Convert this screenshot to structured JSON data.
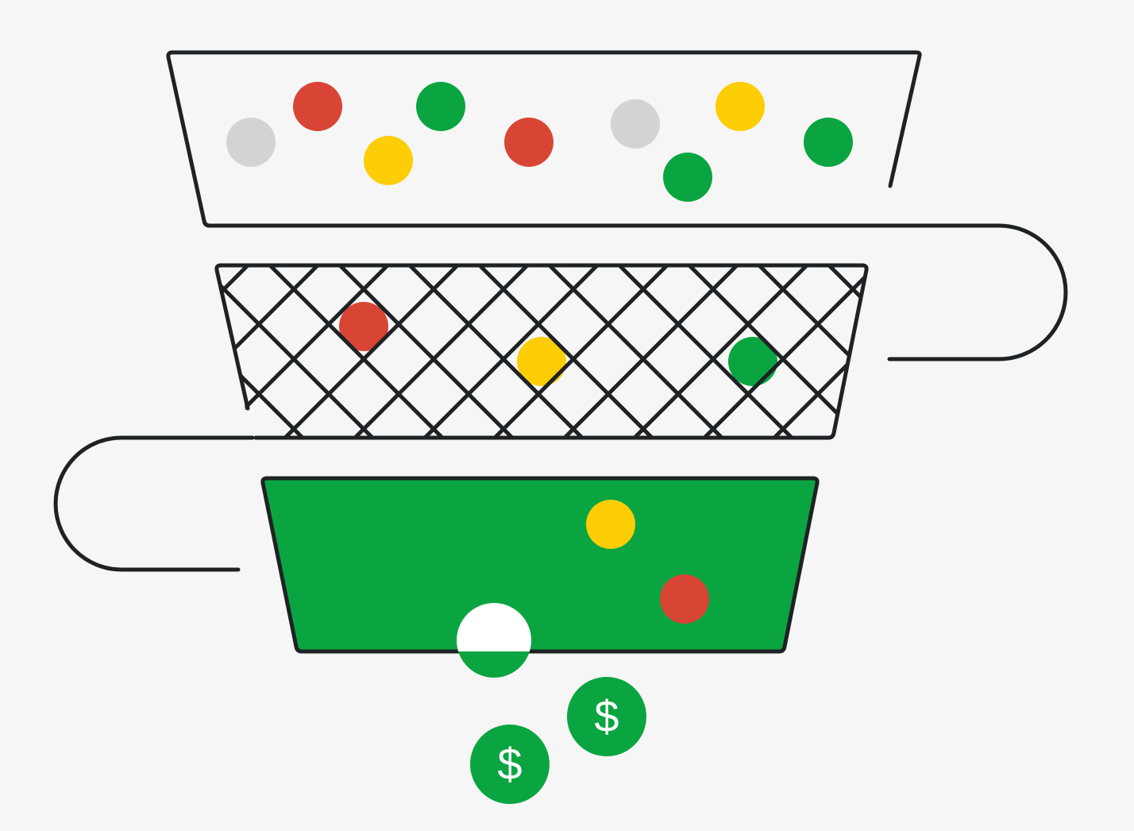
{
  "colors": {
    "background": "#f6f6f6",
    "outline": "#1f2224",
    "green": "#0aa540",
    "red": "#d84535",
    "yellow": "#fdcd06",
    "gray": "#d3d3d3",
    "white": "#ffffff",
    "coin_symbol": "#ffffff"
  },
  "funnel": {
    "top_tier": {
      "balls": [
        "gray",
        "red",
        "yellow",
        "green",
        "red",
        "gray",
        "green",
        "yellow",
        "green"
      ]
    },
    "middle_tier": {
      "fill": "mesh",
      "balls": [
        "red",
        "yellow",
        "green"
      ]
    },
    "bottom_tier": {
      "fill": "green",
      "balls": [
        "yellow",
        "red",
        "white"
      ]
    }
  },
  "coins": [
    {
      "symbol": "$"
    },
    {
      "symbol": "$"
    }
  ]
}
